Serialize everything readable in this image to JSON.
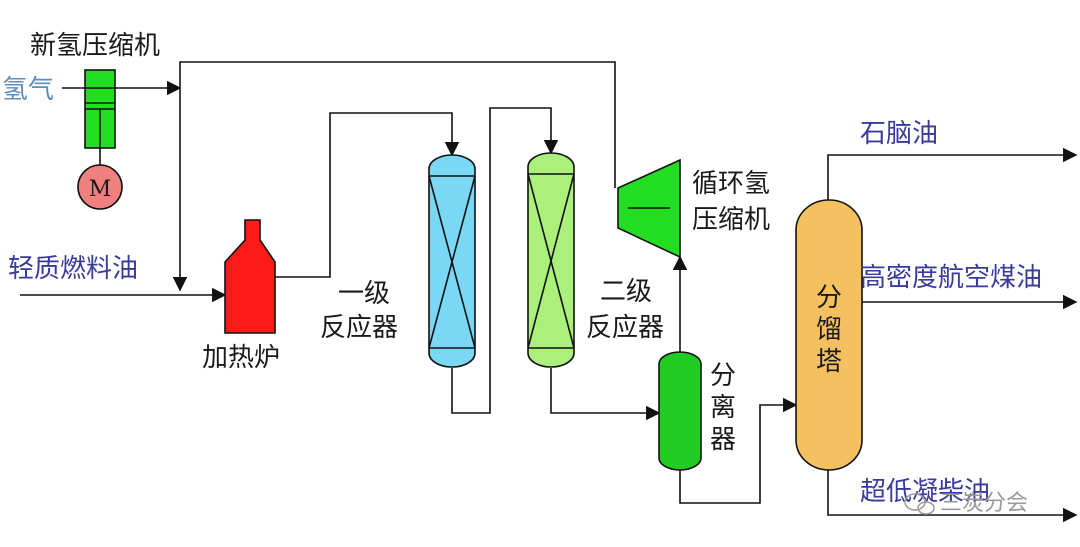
{
  "labels": {
    "fresh_h2_compressor": "新氢压缩机",
    "hydrogen": "氢气",
    "motor": "M",
    "feed": "轻质燃料油",
    "heater": "加热炉",
    "reactor1_line1": "一级",
    "reactor1_line2": "反应器",
    "reactor2_line1": "二级",
    "reactor2_line2": "反应器",
    "recycle_compressor_line1": "循环氢",
    "recycle_compressor_line2": "压缩机",
    "separator": [
      "分",
      "离",
      "器"
    ],
    "fractionator": [
      "分",
      "馏",
      "塔"
    ],
    "product_naphtha": "石脑油",
    "product_jet_fuel": "高密度航空煤油",
    "product_diesel": "超低凝柴油",
    "watermark": "三炭分会"
  },
  "colors": {
    "compressor": "#22dd22",
    "motor": "#f08080",
    "heater": "#ff1a1a",
    "reactor1": "#7ad8f5",
    "reactor2": "#aaf07a",
    "separator": "#22cc22",
    "recycle_compressor": "#22dd22",
    "fractionator": "#f5c060",
    "label_input": "#5a8fc0",
    "label_stream": "#3a3a9a"
  }
}
